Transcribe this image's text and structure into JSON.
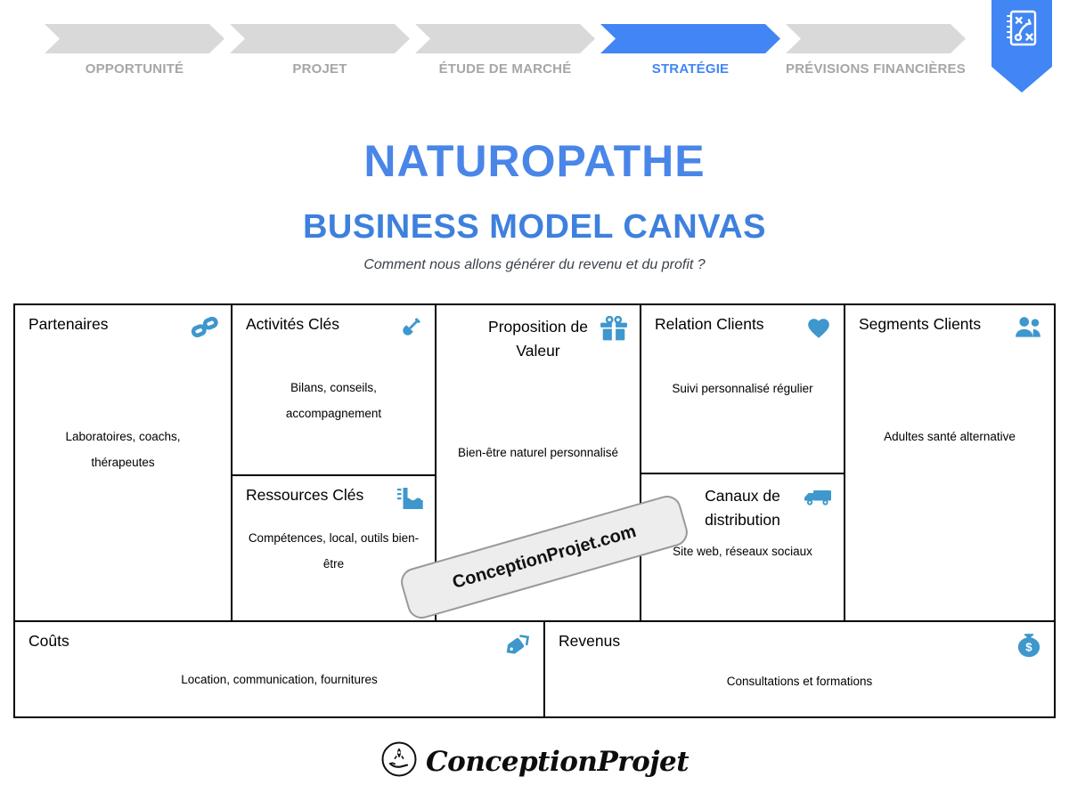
{
  "process_bar": {
    "steps": [
      {
        "label": "OPPORTUNITÉ"
      },
      {
        "label": "PROJET"
      },
      {
        "label": "ÉTUDE DE MARCHÉ"
      },
      {
        "label": "STRATÉGIE"
      },
      {
        "label": "PRÉVISIONS FINANCIÈRES"
      }
    ],
    "active_index": 3
  },
  "header": {
    "title": "NATUROPATHE",
    "subtitle": "BUSINESS MODEL CANVAS",
    "tagline": "Comment nous allons générer du revenu et du profit ?"
  },
  "canvas": {
    "partenaires": {
      "title": "Partenaires",
      "content": "Laboratoires, coachs, thérapeutes"
    },
    "activites": {
      "title": "Activités Clés",
      "content": "Bilans, conseils, accompagnement"
    },
    "ressources": {
      "title": "Ressources Clés",
      "content": "Compétences, local, outils bien-être"
    },
    "proposition": {
      "title": "Proposition de Valeur",
      "content": "Bien-être naturel personnalisé"
    },
    "relation": {
      "title": "Relation Clients",
      "content": "Suivi personnalisé régulier"
    },
    "canaux": {
      "title": "Canaux de distribution",
      "content": "Site web, réseaux sociaux"
    },
    "segments": {
      "title": "Segments Clients",
      "content": "Adultes santé alternative"
    },
    "couts": {
      "title": "Coûts",
      "content": "Location, communication, fournitures"
    },
    "revenus": {
      "title": "Revenus",
      "content": "Consultations et formations"
    }
  },
  "watermark": {
    "text": "ConceptionProjet.com"
  },
  "footer": {
    "brand": "ConceptionProjet"
  },
  "icons": {
    "dollar": "$"
  },
  "colors": {
    "accent_blue": "#4285f4",
    "heading_blue": "#4a86e8",
    "icon_blue": "#3e97cd",
    "chevron_gray": "#d9d9d9",
    "label_gray": "#a6a6a6"
  }
}
